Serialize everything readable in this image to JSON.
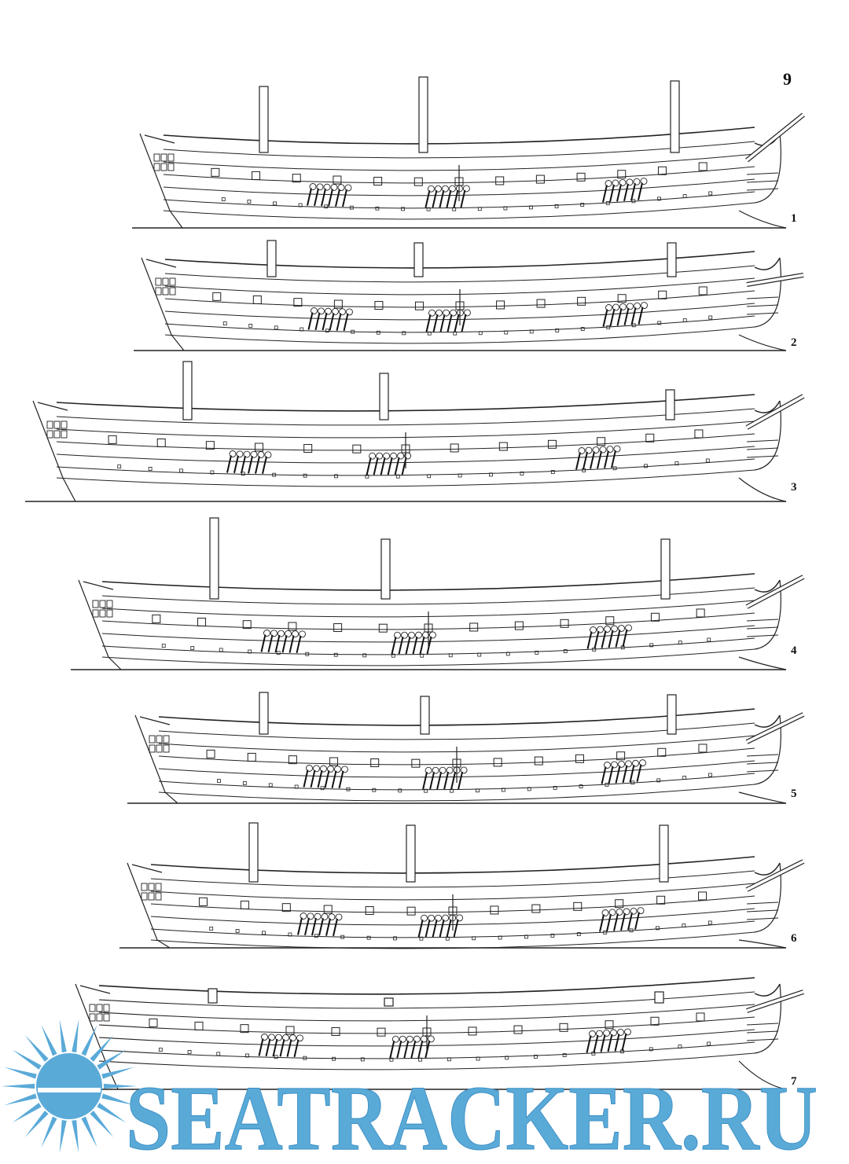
{
  "plate": {
    "number": "9"
  },
  "figures": [
    {
      "label": "1"
    },
    {
      "label": "2"
    },
    {
      "label": "3"
    },
    {
      "label": "4"
    },
    {
      "label": "5"
    },
    {
      "label": "6"
    },
    {
      "label": "7"
    }
  ],
  "watermark": {
    "text": "SEATRACKER.RU",
    "color": "#5aaad8",
    "logo": "sun-logo-icon"
  }
}
